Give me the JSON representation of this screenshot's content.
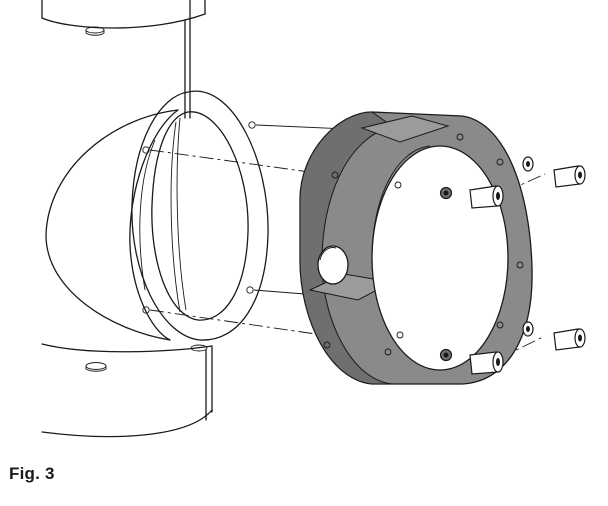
{
  "figure": {
    "caption": "Fig. 3"
  },
  "colors": {
    "ring": "#8a8a8a",
    "ring_dark": "#6f6f6f",
    "ring_light": "#9b9b9b",
    "line": "#1a1a1a",
    "background": "#ffffff"
  },
  "parts": {
    "housing_body": "camera-housing-cylinder",
    "dome": "dome-window",
    "gasket": "flange-gasket",
    "adapter_ring": "adapter-ring",
    "screws": "socket-head-screws",
    "washers": "lock-washers"
  }
}
